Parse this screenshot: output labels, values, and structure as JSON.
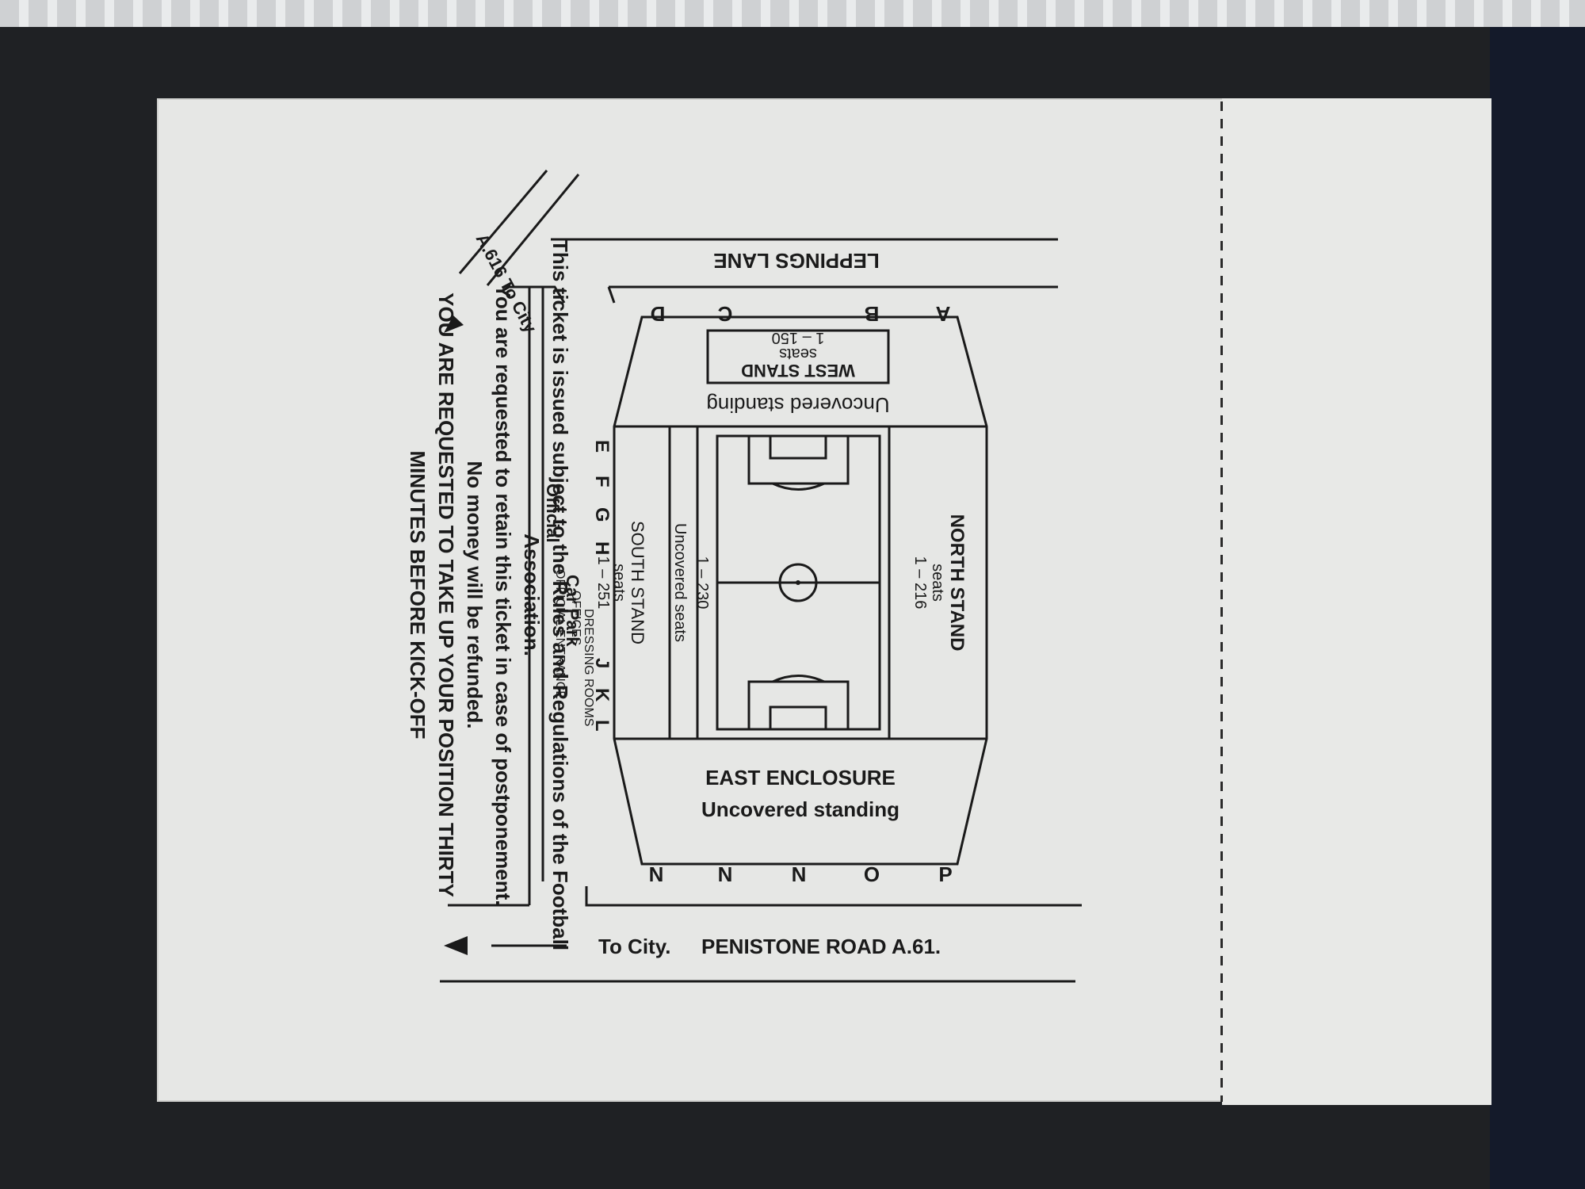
{
  "rules": {
    "line1": "This ticket is issued subject to the Rules and Regulations of the Football",
    "line2": "Association.",
    "line3": "You are requested to retain this ticket in case of postponement.",
    "line4": "No money will be refunded.",
    "line5": "YOU ARE REQUESTED TO TAKE UP YOUR POSITION THIRTY",
    "line6": "MINUTES BEFORE KICK-OFF"
  },
  "map": {
    "leppings_lane": "LEPPINGS LANE",
    "a616": "A.616 To City",
    "west_stand": "WEST STAND",
    "west_seats_label": "seats",
    "west_seats": "1 – 150",
    "west_standing": "Uncovered standing",
    "north_stand": "NORTH STAND",
    "north_seats_label": "seats",
    "north_seats": "1 – 216",
    "uncovered_seats": "Uncovered seats",
    "uncovered_seats_range": "1 – 230",
    "south_stand": "SOUTH STAND",
    "south_seats_label": "seats",
    "south_seats": "1 – 251",
    "official_entrance": "OFFICIAL ENTRANCE",
    "offices": "OFFICES",
    "dressing_rooms": "DRESSING ROOMS",
    "car_park_1": "Official",
    "car_park_2": "Car Park",
    "east_enclosure": "EAST ENCLOSURE",
    "east_standing": "Uncovered standing",
    "to_city": "To City.",
    "penistone_road": "PENISTONE ROAD",
    "a61": "A.61.",
    "gates_west": [
      "A",
      "B",
      "C",
      "D"
    ],
    "gates_south_left": [
      "E",
      "F",
      "G",
      "H"
    ],
    "gates_south_right": [
      "J",
      "K",
      "L"
    ],
    "gates_east": [
      "N",
      "N",
      "N",
      "O",
      "P"
    ]
  }
}
